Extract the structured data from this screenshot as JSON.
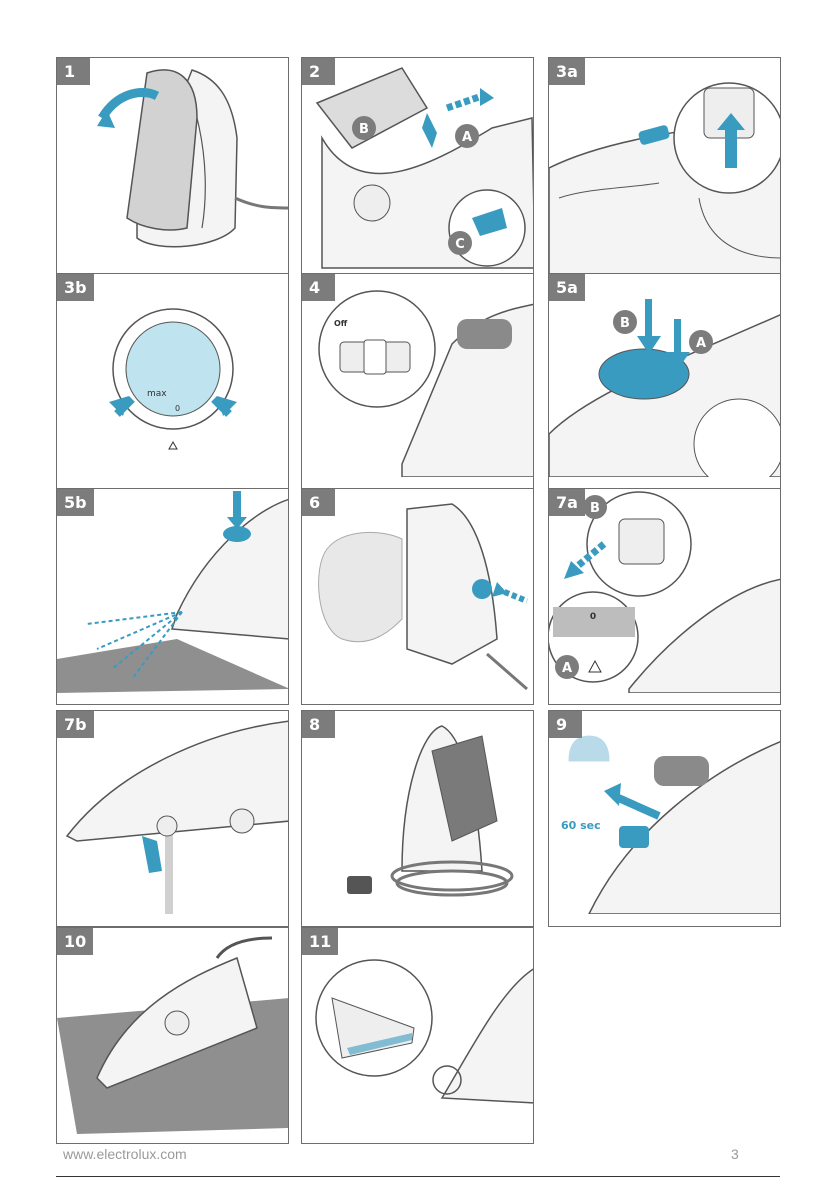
{
  "steps": [
    "1",
    "2",
    "3a",
    "3b",
    "4",
    "5a",
    "5b",
    "6",
    "7a",
    "7b",
    "8",
    "9",
    "10",
    "11"
  ],
  "callouts": {
    "a": "A",
    "b": "B",
    "c": "C"
  },
  "dial": {
    "max": "max",
    "zero": "0"
  },
  "steam_selector": {
    "off": "Off"
  },
  "timer": "60 sec",
  "footer": {
    "url": "www.electrolux.com",
    "page": "3"
  },
  "colors": {
    "accent": "#3a9bc1",
    "tag": "#7c7c7c",
    "line": "#6d6d6d"
  }
}
